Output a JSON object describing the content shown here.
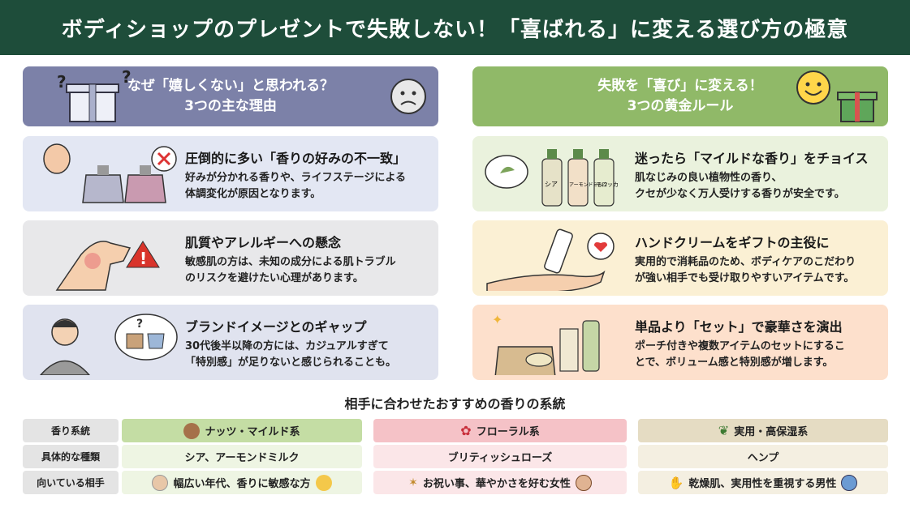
{
  "header": {
    "title": "ボディショップのプレゼントで失敗しない！「喜ばれる」に変える選び方の極意"
  },
  "left": {
    "banner": {
      "line1": "なぜ「嬉しくない」と思われる？",
      "line2": "3つの主な理由"
    },
    "cards": [
      {
        "title": "圧倒的に多い「香りの好みの不一致」",
        "desc1": "好みが分かれる香りや、ライフステージによる",
        "desc2": "体調変化が原因となります。"
      },
      {
        "title": "肌質やアレルギーへの懸念",
        "desc1": "敏感肌の方は、未知の成分による肌トラブル",
        "desc2": "のリスクを避けたい心理があります。"
      },
      {
        "title": "ブランドイメージとのギャップ",
        "desc1": "30代後半以降の方には、カジュアルすぎて",
        "desc2": "「特別感」が足りないと感じられることも。"
      }
    ]
  },
  "right": {
    "banner": {
      "line1": "失敗を「喜び」に変える！",
      "line2": "3つの黄金ルール"
    },
    "cards": [
      {
        "title": "迷ったら「マイルドな香り」をチョイス",
        "desc1": "肌なじみの良い植物性の香り、",
        "desc2": "クセが少なく万人受けする香りが安全です。",
        "bottles": [
          "シア",
          "アーモンドミルク",
          "モロッカ"
        ]
      },
      {
        "title": "ハンドクリームをギフトの主役に",
        "desc1": "実用的で消耗品のため、ボディケアのこだわり",
        "desc2": "が強い相手でも受け取りやすいアイテムです。"
      },
      {
        "title": "単品より「セット」で豪華さを演出",
        "desc1": "ポーチ付きや複数アイテムのセットにするこ",
        "desc2": "とで、ボリューム感と特別感が増します。"
      }
    ]
  },
  "table": {
    "title": "相手に合わせたおすすめの香りの系統",
    "row_labels": [
      "香り系統",
      "具体的な種類",
      "向いている相手"
    ],
    "columns": [
      {
        "kind": "ナッツ・マイルド系",
        "type": "シア、アーモンドミルク",
        "target": "幅広い年代、香りに敏感な方"
      },
      {
        "kind": "フローラル系",
        "type": "ブリティッシュローズ",
        "target": "お祝い事、華やかさを好む女性"
      },
      {
        "kind": "実用・高保湿系",
        "type": "ヘンプ",
        "target": "乾燥肌、実用性を重視する男性"
      }
    ]
  },
  "colors": {
    "header": "#1e4d3a",
    "left_banner": "#7c81a8",
    "right_banner": "#90b968"
  }
}
